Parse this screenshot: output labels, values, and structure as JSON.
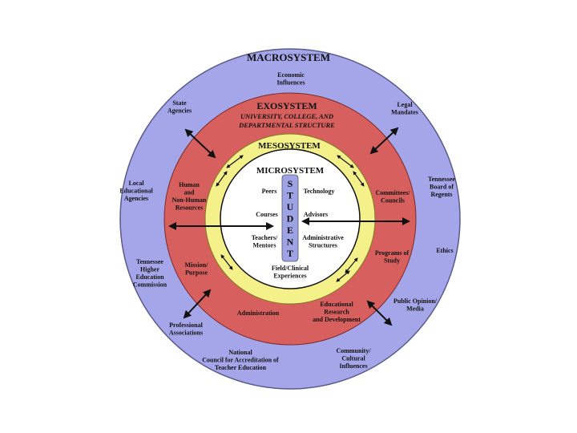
{
  "colors": {
    "macro": "#a5a6ea",
    "exo": "#d7605e",
    "meso": "#f4f18a",
    "micro": "#ffffff",
    "student_bar": "#9ea3e6"
  },
  "titles": {
    "macro": "MACROSYSTEM",
    "exo": "EXOSYSTEM",
    "exo_sub_1": "UNIVERSITY, COLLEGE, AND",
    "exo_sub_2": "DEPARTMENTAL STRUCTURE",
    "meso": "MESOSYSTEM",
    "micro": "MICROSYSTEM"
  },
  "student_letters": [
    "S",
    "T",
    "U",
    "D",
    "E",
    "N",
    "T"
  ],
  "macro_labels": {
    "economic": [
      "Economic",
      "Influences"
    ],
    "state": [
      "State",
      "Agencies"
    ],
    "legal": [
      "Legal",
      "Mandates"
    ],
    "local": [
      "Local",
      "Educational",
      "Agencies"
    ],
    "tennessee_board": [
      "Tennessee",
      "Board of",
      "Regents"
    ],
    "ethics": [
      "Ethics"
    ],
    "thec": [
      "Tennessee",
      "Higher",
      "Education",
      "Commission"
    ],
    "public": [
      "Public Opinion/",
      "Media"
    ],
    "professional": [
      "Professional",
      "Associations"
    ],
    "ncate": [
      "National",
      "Council for Accreditation of",
      "Teacher Education"
    ],
    "community": [
      "Community/",
      "Cultural",
      "Influences"
    ]
  },
  "exo_labels": {
    "human": [
      "Human",
      "and",
      "Non-Human",
      "Resources"
    ],
    "committees": [
      "Committees/",
      "Councils"
    ],
    "programs": [
      "Programs of",
      "Study"
    ],
    "mission": [
      "Mission/",
      "Purpose"
    ],
    "administration": [
      "Administration"
    ],
    "research": [
      "Educational",
      "Research",
      "and Development"
    ]
  },
  "micro_labels": {
    "peers": [
      "Peers"
    ],
    "technology": [
      "Technology"
    ],
    "courses": [
      "Courses"
    ],
    "advisors": [
      "Advisors"
    ],
    "teachers": [
      "Teachers/",
      "Mentors"
    ],
    "admin_structures": [
      "Administrative",
      "Structures"
    ],
    "field": [
      "Field/Clinical",
      "Experiences"
    ]
  }
}
